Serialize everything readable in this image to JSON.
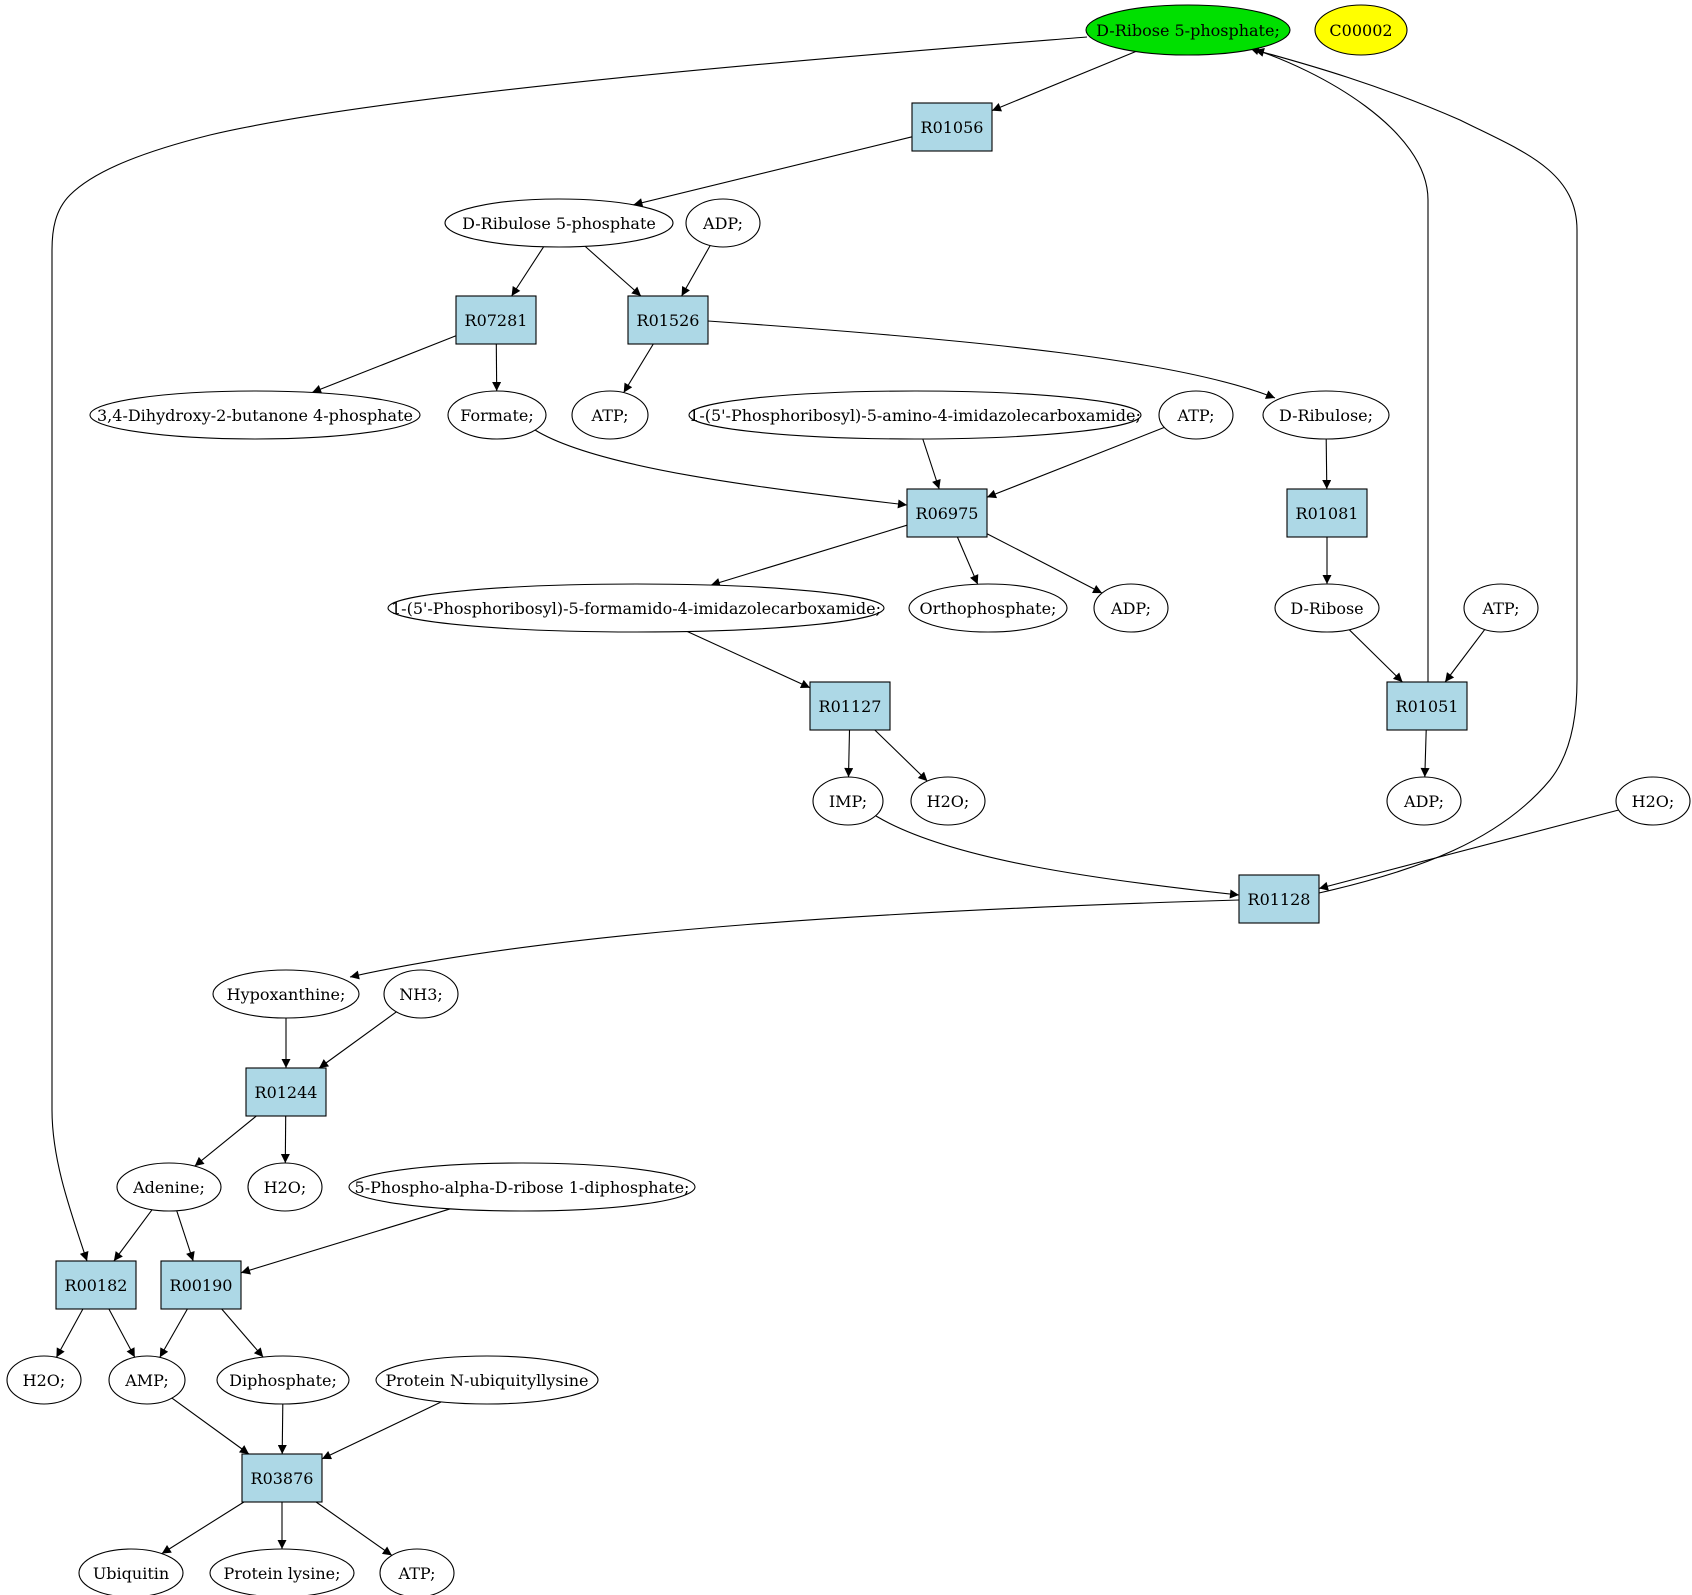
{
  "colors": {
    "reaction_fill": "#add8e6",
    "compound_fill": "#ffffff",
    "highlight_fill": "#00e000",
    "query_fill": "#ffff00",
    "edge": "#000000"
  },
  "compounds": {
    "d_ribose_5p": "D-Ribose 5-phosphate;",
    "c00002": "C00002",
    "d_ribulose_5p": "D-Ribulose 5-phosphate",
    "adp_1": "ADP;",
    "dihydroxy_butanone": "3,4-Dihydroxy-2-butanone 4-phosphate",
    "formate": "Formate;",
    "atp_1": "ATP;",
    "aicar": "1-(5'-Phosphoribosyl)-5-amino-4-imidazolecarboxamide;",
    "atp_2": "ATP;",
    "d_ribulose": "D-Ribulose;",
    "faicar": "1-(5'-Phosphoribosyl)-5-formamido-4-imidazolecarboxamide;",
    "orthophosphate": "Orthophosphate;",
    "adp_2": "ADP;",
    "d_ribose": "D-Ribose",
    "atp_3": "ATP;",
    "imp": "IMP;",
    "h2o_1": "H2O;",
    "adp_3": "ADP;",
    "h2o_2": "H2O;",
    "hypoxanthine": "Hypoxanthine;",
    "nh3": "NH3;",
    "adenine": "Adenine;",
    "h2o_3": "H2O;",
    "prpp": "5-Phospho-alpha-D-ribose 1-diphosphate;",
    "h2o_4": "H2O;",
    "amp": "AMP;",
    "diphosphate": "Diphosphate;",
    "protein_ubiq": "Protein N-ubiquityllysine",
    "ubiquitin": "Ubiquitin",
    "protein_lysine": "Protein lysine;",
    "atp_4": "ATP;"
  },
  "reactions": {
    "r01056": "R01056",
    "r07281": "R07281",
    "r01526": "R01526",
    "r06975": "R06975",
    "r01081": "R01081",
    "r01127": "R01127",
    "r01051": "R01051",
    "r01128": "R01128",
    "r01244": "R01244",
    "r00182": "R00182",
    "r00190": "R00190",
    "r03876": "R03876"
  },
  "edges": [
    [
      "d_ribose_5p",
      "r01056"
    ],
    [
      "d_ribose_5p",
      "r00182"
    ],
    [
      "r01056",
      "d_ribulose_5p"
    ],
    [
      "d_ribulose_5p",
      "r07281"
    ],
    [
      "d_ribulose_5p",
      "r01526"
    ],
    [
      "adp_1",
      "r01526"
    ],
    [
      "r07281",
      "dihydroxy_butanone"
    ],
    [
      "r07281",
      "formate"
    ],
    [
      "r01526",
      "atp_1"
    ],
    [
      "r01526",
      "d_ribulose"
    ],
    [
      "formate",
      "r06975"
    ],
    [
      "aicar",
      "r06975"
    ],
    [
      "atp_2",
      "r06975"
    ],
    [
      "d_ribulose",
      "r01081"
    ],
    [
      "r06975",
      "faicar"
    ],
    [
      "r06975",
      "orthophosphate"
    ],
    [
      "r06975",
      "adp_2"
    ],
    [
      "r01081",
      "d_ribose"
    ],
    [
      "faicar",
      "r01127"
    ],
    [
      "d_ribose",
      "r01051"
    ],
    [
      "atp_3",
      "r01051"
    ],
    [
      "r01051",
      "d_ribose_5p"
    ],
    [
      "r01051",
      "adp_3"
    ],
    [
      "r01127",
      "imp"
    ],
    [
      "r01127",
      "h2o_1"
    ],
    [
      "imp",
      "r01128"
    ],
    [
      "h2o_2",
      "r01128"
    ],
    [
      "r01128",
      "d_ribose_5p"
    ],
    [
      "r01128",
      "hypoxanthine"
    ],
    [
      "hypoxanthine",
      "r01244"
    ],
    [
      "nh3",
      "r01244"
    ],
    [
      "r01244",
      "adenine"
    ],
    [
      "r01244",
      "h2o_3"
    ],
    [
      "adenine",
      "r00182"
    ],
    [
      "adenine",
      "r00190"
    ],
    [
      "prpp",
      "r00190"
    ],
    [
      "r00182",
      "h2o_4"
    ],
    [
      "r00182",
      "amp"
    ],
    [
      "r00190",
      "amp"
    ],
    [
      "r00190",
      "diphosphate"
    ],
    [
      "amp",
      "r03876"
    ],
    [
      "diphosphate",
      "r03876"
    ],
    [
      "protein_ubiq",
      "r03876"
    ],
    [
      "r03876",
      "ubiquitin"
    ],
    [
      "r03876",
      "protein_lysine"
    ],
    [
      "r03876",
      "atp_4"
    ]
  ]
}
